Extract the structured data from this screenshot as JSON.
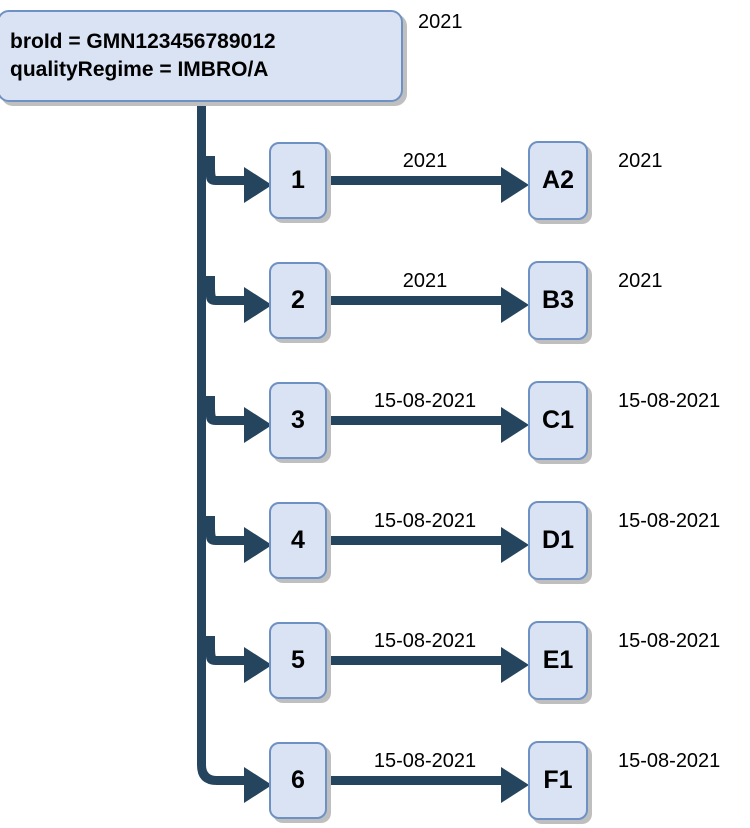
{
  "diagram": {
    "type": "tree-flow-diagram",
    "colors": {
      "node_fill": "#dae3f3",
      "node_border": "#6e91c4",
      "connector": "#25455e",
      "shadow": "#bfbfbf",
      "text": "#000000",
      "background": "#ffffff"
    },
    "root": {
      "lines": [
        "broId = GMN123456789012",
        "qualityRegime = IMBRO/A"
      ],
      "text": "broId = GMN123456789012\nqualityRegime = IMBRO/A",
      "date": "2021"
    },
    "rows": [
      {
        "mid": "1",
        "end": "A2",
        "edge_label": "2021",
        "end_date": "2021"
      },
      {
        "mid": "2",
        "end": "B3",
        "edge_label": "2021",
        "end_date": "2021"
      },
      {
        "mid": "3",
        "end": "C1",
        "edge_label": "15-08-2021",
        "end_date": "15-08-2021"
      },
      {
        "mid": "4",
        "end": "D1",
        "edge_label": "15-08-2021",
        "end_date": "15-08-2021"
      },
      {
        "mid": "5",
        "end": "E1",
        "edge_label": "15-08-2021",
        "end_date": "15-08-2021"
      },
      {
        "mid": "6",
        "end": "F1",
        "edge_label": "15-08-2021",
        "end_date": "15-08-2021"
      }
    ]
  }
}
